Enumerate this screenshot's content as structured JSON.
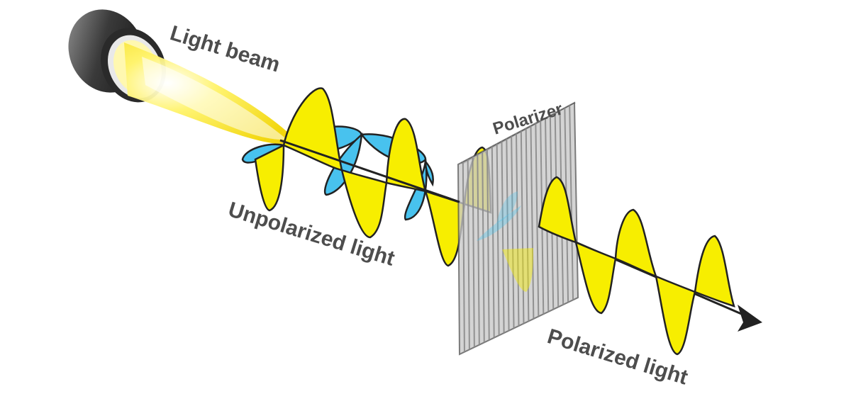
{
  "labels": {
    "light_beam": "Light beam",
    "unpolarized": "Unpolarized light",
    "polarizer": "Polarizer",
    "polarized": "Polarized light"
  },
  "colors": {
    "vertical_wave": "#f7ee00",
    "horizontal_wave": "#48c2ee",
    "beam": "#f5e21a",
    "outline": "#222222",
    "label": "#4d4d4d"
  }
}
